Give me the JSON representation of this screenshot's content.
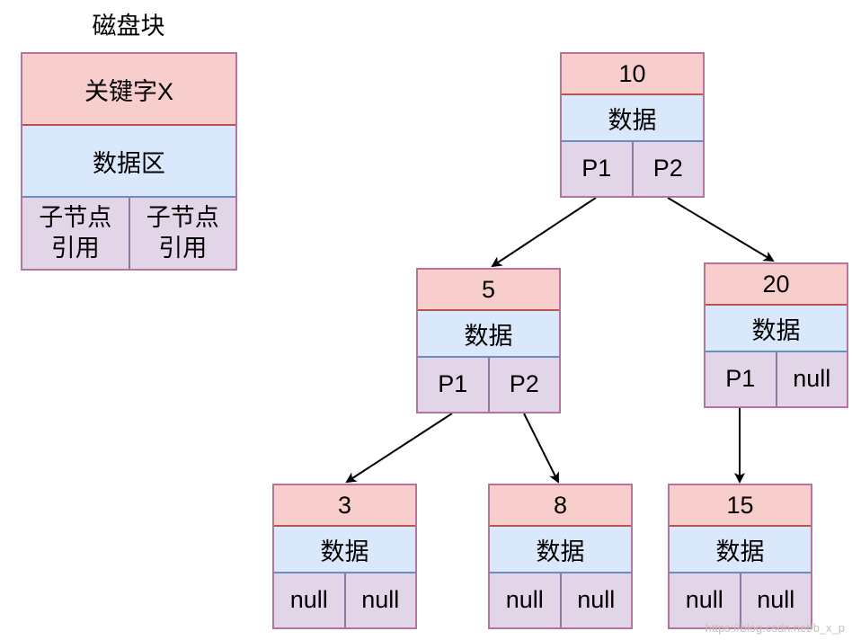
{
  "legend": {
    "title": "磁盘块",
    "key": "关键字X",
    "data": "数据区",
    "child_left": "子节点\n引用",
    "child_right": "子节点\n引用"
  },
  "nodes": [
    {
      "id": "n10",
      "key": "10",
      "data": "数据",
      "p_left": "P1",
      "p_right": "P2"
    },
    {
      "id": "n5",
      "key": "5",
      "data": "数据",
      "p_left": "P1",
      "p_right": "P2"
    },
    {
      "id": "n20",
      "key": "20",
      "data": "数据",
      "p_left": "P1",
      "p_right": "null"
    },
    {
      "id": "n3",
      "key": "3",
      "data": "数据",
      "p_left": "null",
      "p_right": "null"
    },
    {
      "id": "n8",
      "key": "8",
      "data": "数据",
      "p_left": "null",
      "p_right": "null"
    },
    {
      "id": "n15",
      "key": "15",
      "data": "数据",
      "p_left": "null",
      "p_right": "null"
    }
  ],
  "edges": [
    {
      "from": "n10",
      "to": "n5"
    },
    {
      "from": "n10",
      "to": "n20"
    },
    {
      "from": "n5",
      "to": "n3"
    },
    {
      "from": "n5",
      "to": "n8"
    },
    {
      "from": "n20",
      "to": "n15"
    }
  ],
  "watermark": "https://blog.csdn.net/b_x_p"
}
